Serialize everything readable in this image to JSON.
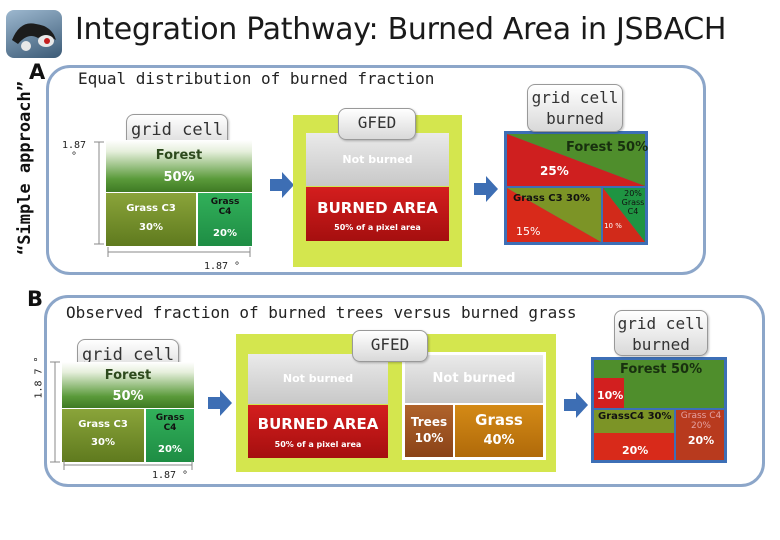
{
  "title": "Integration Pathway: Burned Area in JSBACH",
  "side_label": "“Simple approach”",
  "sections": {
    "A": {
      "letter": "A",
      "subtitle": "Equal distribution of burned fraction",
      "grid_cell_tag": "grid cell",
      "dim_left": "1.87 °",
      "dim_bottom": "1.87 °",
      "grid": {
        "forest": "Forest",
        "forest_pct": "50%",
        "c3": "Grass C3",
        "c3_pct": "30%",
        "c4": "Grass C4",
        "c4_pct": "20%"
      },
      "gfed_tag": "GFED",
      "gfed": {
        "not_burned": "Not burned",
        "burned_area": "BURNED AREA",
        "burned_note": "50% of a pixel area"
      },
      "burned_tag": "grid cell burned",
      "result": {
        "forest": "Forest 50%",
        "forest_burned": "25%",
        "c3": "Grass C3 30%",
        "c3_burned": "15%",
        "c4": "20% Grass C4",
        "c4_burned": "10 %"
      }
    },
    "B": {
      "letter": "B",
      "subtitle": "Observed fraction of burned trees versus burned grass",
      "grid_cell_tag": "grid cell",
      "dim_left": "1.8 7 °",
      "dim_bottom": "1.87 °",
      "grid": {
        "forest": "Forest",
        "forest_pct": "50%",
        "c3": "Grass C3",
        "c3_pct": "30%",
        "c4": "Grass C4",
        "c4_pct": "20%"
      },
      "gfed_tag": "GFED",
      "gfed": {
        "not_burned": "Not burned",
        "burned_area": "BURNED AREA",
        "burned_note": "50% of a pixel area",
        "not_burned_2": "Not burned",
        "trees": "Trees",
        "trees_pct": "10%",
        "grass": "Grass",
        "grass_pct": "40%"
      },
      "burned_tag": "grid cell burned",
      "result": {
        "forest": "Forest 50%",
        "forest_burned": "10%",
        "c3": "GrassC4 30%",
        "c3_burned": "20%",
        "c4": "Grass C4 20%",
        "c4_burned": "20%"
      }
    }
  }
}
